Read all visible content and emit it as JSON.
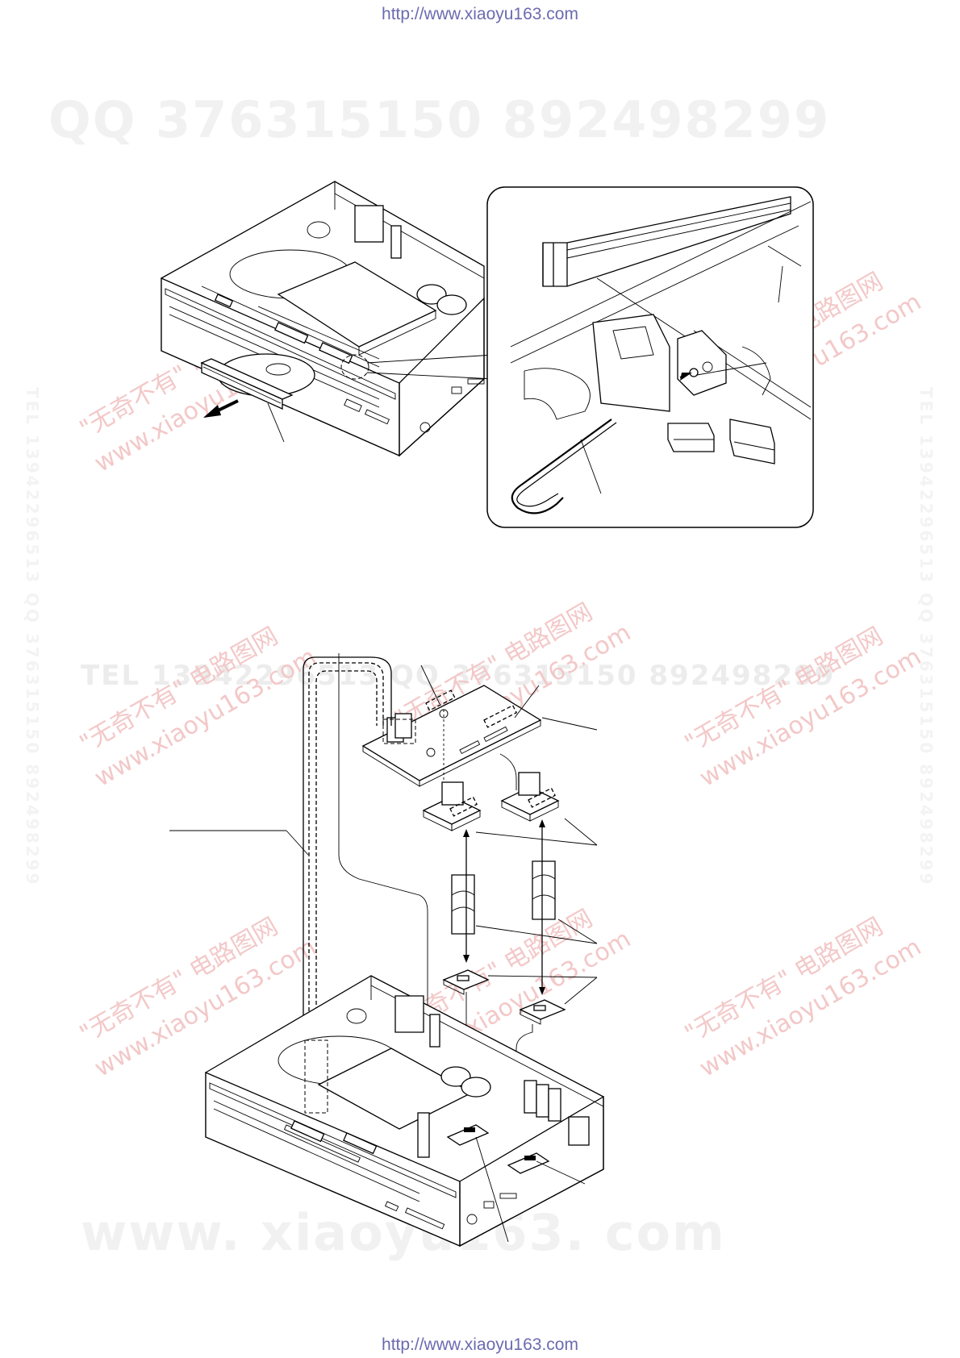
{
  "header": {
    "url": "http://www.xiaoyu163.com"
  },
  "footer": {
    "url": "http://www.xiaoyu163.com"
  },
  "watermarks": {
    "qq_line": "QQ 376315150     892498299",
    "tel_line": "TEL 13942296513  QQ 376315150  892498299",
    "site_line": "www. xiaoyu163. com",
    "cn_tag": "\"无奇不有\" 电路图网",
    "site_tag": "www.xiaoyu163.com",
    "side_text": "TEL 13942296513 QQ 376315150 892498299"
  },
  "colors": {
    "link": "#5a5aa0",
    "watermark_red": "#f3c8c8",
    "watermark_gray": "#f1f1f1"
  }
}
